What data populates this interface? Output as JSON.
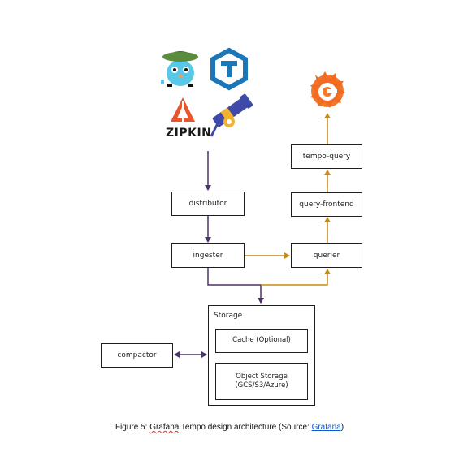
{
  "diagram": {
    "nodes": {
      "distributor": "distributor",
      "ingester": "ingester",
      "querier": "querier",
      "query_frontend": "query-frontend",
      "tempo_query": "tempo-query",
      "compactor": "compactor",
      "storage_title": "Storage",
      "cache": "Cache (Optional)",
      "object_storage_line1": "Object Storage",
      "object_storage_line2": "(GCS/S3/Azure)"
    },
    "logos": {
      "zipkin_text": "ZIPKIN",
      "icons": [
        "jaeger-gopher-icon",
        "tempo-t-icon",
        "zipkin-icon",
        "telescope-icon",
        "grafana-icon"
      ]
    },
    "colors": {
      "write_path": "#4a3466",
      "read_path": "#c98a17"
    }
  },
  "caption": {
    "prefix": "Figure 5: ",
    "grafana_word": "Grafana",
    "middle": " Tempo design architecture (Source: ",
    "link": "Grafana",
    "suffix": ")"
  }
}
